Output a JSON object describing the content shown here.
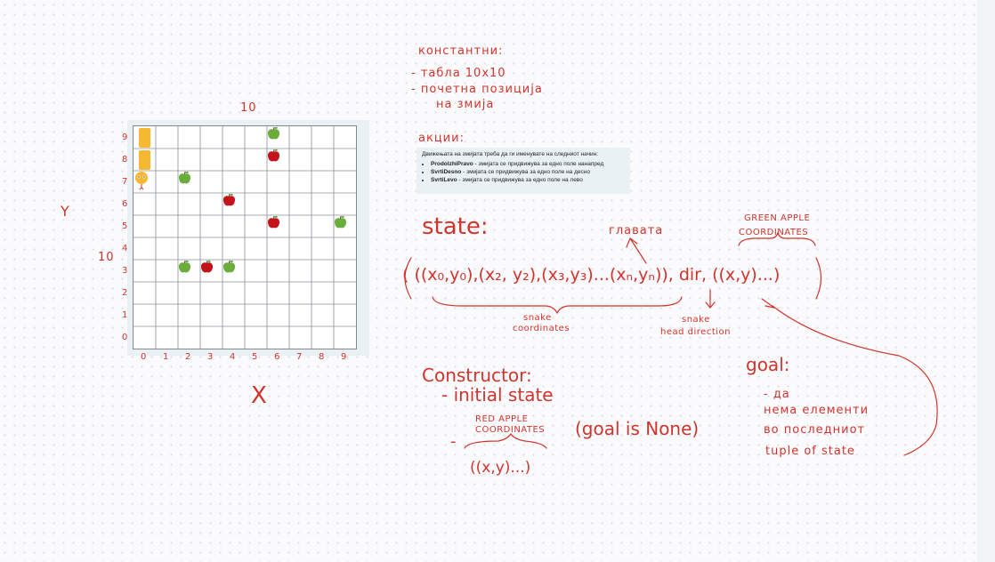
{
  "canvas": {
    "background": "#fbfbfd",
    "ink_color": "#d0342c"
  },
  "board": {
    "caption": "",
    "size_label": "10",
    "y_label": "10",
    "y_axis_label": "Y",
    "x_axis_label": "X",
    "columns": 10,
    "rows": 10,
    "x_indices": [
      "0",
      "1",
      "2",
      "3",
      "4",
      "5",
      "6",
      "7",
      "8",
      "9"
    ],
    "y_indices": [
      "9",
      "8",
      "7",
      "6",
      "5",
      "4",
      "3",
      "2",
      "1",
      "0"
    ],
    "snake": {
      "color": "#f5b830",
      "head_color": "#f5b830",
      "cells": [
        [
          0,
          9
        ],
        [
          0,
          8
        ]
      ],
      "head": [
        0,
        7
      ],
      "head_icon": "snake-head-icon"
    },
    "green_apples": {
      "color": "#6aad3b",
      "icon": "green-apple-icon",
      "cells": [
        [
          6,
          9
        ],
        [
          2,
          7
        ],
        [
          9,
          5
        ],
        [
          2,
          3
        ],
        [
          4,
          3
        ]
      ]
    },
    "red_apples": {
      "color": "#c4141b",
      "icon": "red-apple-icon",
      "cells": [
        [
          6,
          8
        ],
        [
          4,
          6
        ],
        [
          6,
          5
        ],
        [
          3,
          3
        ]
      ]
    }
  },
  "notes": {
    "constants_title": "константни:",
    "constants_line1": "- табла 10x10",
    "constants_line2": "- почетна позиција",
    "constants_line3": "на змија",
    "actions_title": "акции:",
    "state_title": "state:",
    "head_label": "главата",
    "green_apple_label_1": "GREEN APPLE",
    "green_apple_label_2": "COORDINATES",
    "state_tuple": "( ((x₀,y₀),(x₂, y₂),(x₃,y₃)...(xₙ,yₙ)), dir, ((x,y)...)",
    "snake_coords_1": "snake",
    "snake_coords_2": "coordinates",
    "head_dir_1": "snake",
    "head_dir_2": "head direction",
    "constructor_title": "Constructor:",
    "constructor_line1": "- initial state",
    "red_apple_label_1": "RED APPLE",
    "red_apple_label_2": "COORDINATES",
    "goal_none": "(goal is None)",
    "red_tuple": "((x,y)...)",
    "goal_title": "goal:",
    "goal_line1": "- да",
    "goal_line2": "нема елементи",
    "goal_line3": "во последниот",
    "goal_line4": "tuple of state"
  },
  "info_panel": {
    "intro": "Движењата на змијата треба да ги именувате на следниот начин:",
    "items": [
      {
        "name": "ProdolzhiPravo",
        "desc": " - змијата се придвижува за едно поле нанапред"
      },
      {
        "name": "SvrtiDesno",
        "desc": " - змијата се придвижува за едно поле на десно"
      },
      {
        "name": "SvrtiLevo",
        "desc": " - змијата се придвижува за едно поле на лево"
      }
    ]
  }
}
